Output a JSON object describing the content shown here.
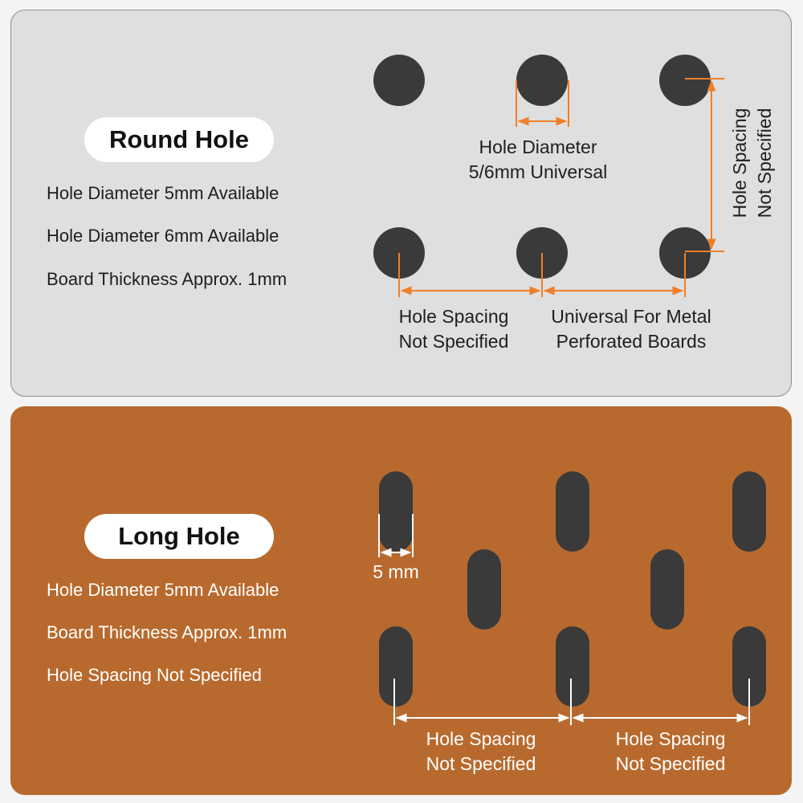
{
  "round_section": {
    "title": "Round Hole",
    "specs": [
      "Hole Diameter 5mm Available",
      "Hole Diameter 6mm Available",
      "Board Thickness Approx. 1mm"
    ],
    "annotation_diameter": [
      "Hole Diameter",
      "5/6mm Universal"
    ],
    "annotation_spacing_vertical": [
      "Hole Spacing",
      "Not Specified"
    ],
    "annotation_spacing_horizontal": [
      "Hole Spacing",
      "Not Specified"
    ],
    "annotation_universal": [
      "Universal For Metal",
      "Perforated Boards"
    ]
  },
  "long_section": {
    "title": "Long Hole",
    "specs": [
      "Hole Diameter 5mm Available",
      "Board Thickness Approx. 1mm",
      "Hole Spacing Not Specified"
    ],
    "annotation_width": "5 mm",
    "annotation_spacing_left": [
      "Hole Spacing",
      "Not Specified"
    ],
    "annotation_spacing_right": [
      "Hole Spacing",
      "Not Specified"
    ]
  },
  "colors": {
    "round_panel_bg": "#dfdfdf",
    "long_panel_bg": "#b86a2e",
    "hole": "#3a3a3a",
    "dimension_line_round": "#f07f2a",
    "dimension_line_long": "#ffffff"
  }
}
